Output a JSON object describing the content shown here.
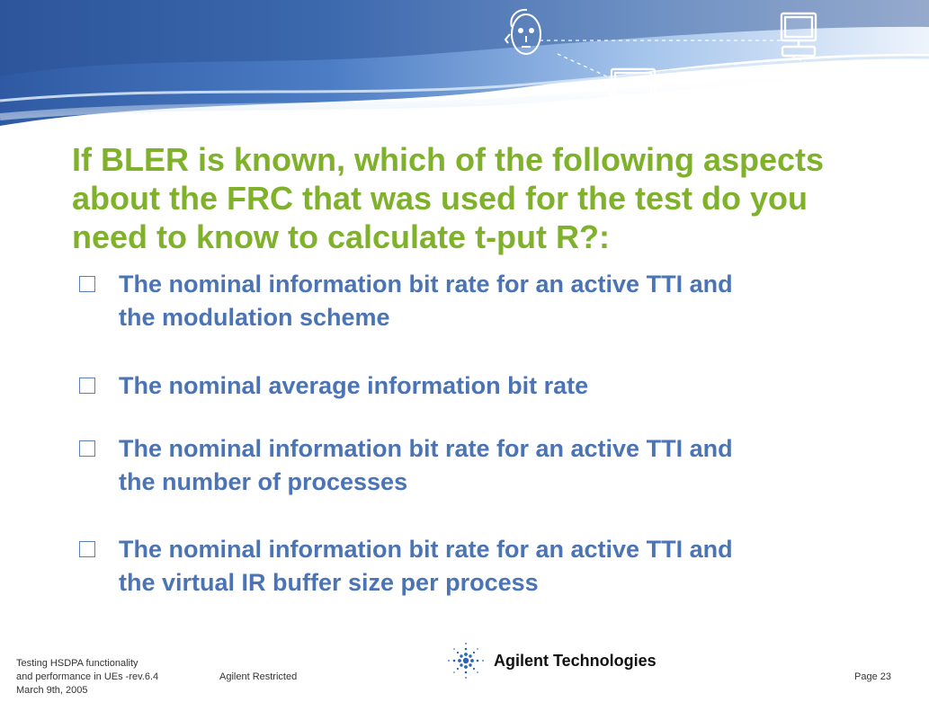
{
  "slide": {
    "title_lines": [
      "If BLER is known, which of the following aspects",
      "about the FRC that was used for the test do you",
      "need to know to calculate t-put R?:"
    ],
    "options": [
      {
        "lines": [
          "The nominal information bit rate for an active TTI and",
          "the modulation scheme"
        ]
      },
      {
        "lines": [
          "The nominal average information bit rate"
        ]
      },
      {
        "lines": [
          "The nominal information bit rate for an active TTI and",
          "the number of processes"
        ]
      },
      {
        "lines": [
          "The nominal information bit rate for an active TTI and",
          "the virtual IR buffer size per process"
        ]
      }
    ]
  },
  "footer": {
    "doc_lines": [
      "Testing HSDPA functionality",
      "and performance in UEs -rev.6.4",
      "March 9th, 2005"
    ],
    "restricted": "Agilent Restricted",
    "brand": "Agilent Technologies",
    "page": "Page 23"
  },
  "colors": {
    "title": "#7fb12b",
    "option_text": "#4a74b5",
    "banner_dark": "#3a63a8",
    "banner_light": "#a9c8ec"
  },
  "icons": {
    "banner": [
      "agent-face-icon",
      "laptop-icon",
      "monitor-icon",
      "mobile-phone-icon",
      "network-dashed-lines"
    ],
    "brand": "agilent-spark-logo-icon",
    "checkbox": "empty-checkbox-icon"
  }
}
